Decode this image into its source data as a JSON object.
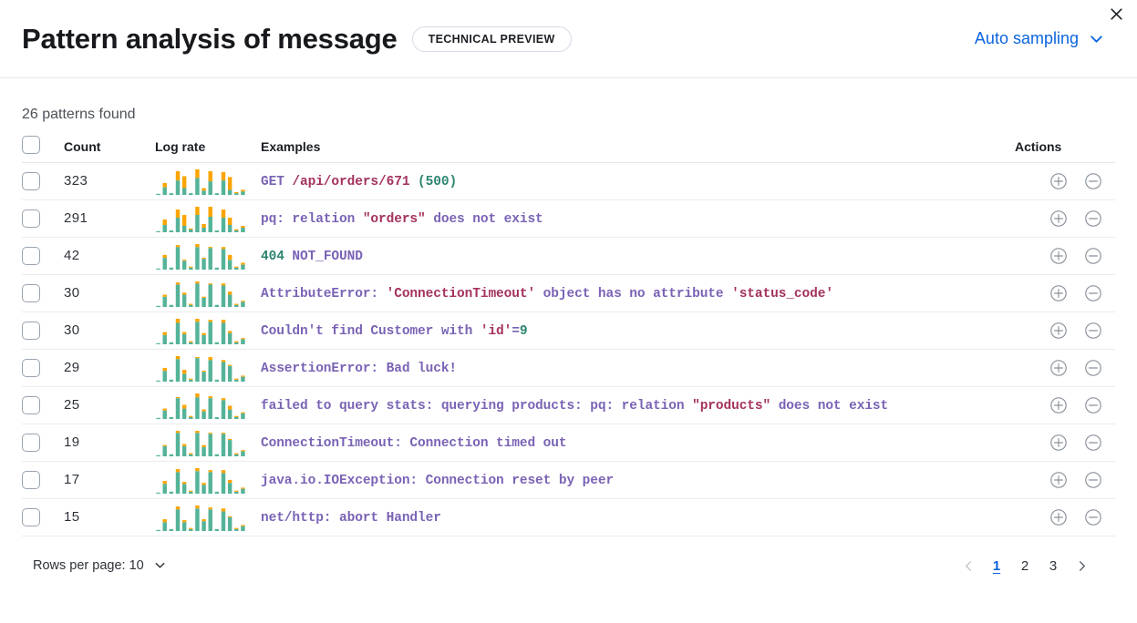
{
  "header": {
    "title": "Pattern analysis of message",
    "badge": "TECHNICAL PREVIEW",
    "sampling_label": "Auto sampling",
    "close_icon": "close-icon",
    "chevron_icon": "chevron-down-icon"
  },
  "summary": {
    "patterns_found": "26 patterns found"
  },
  "table": {
    "columns": {
      "select": "",
      "count": "Count",
      "log_rate": "Log rate",
      "examples": "Examples",
      "actions": "Actions"
    },
    "rows": [
      {
        "count": "323",
        "example_tokens": [
          {
            "t": "GET ",
            "c": "plain"
          },
          {
            "t": "/api/orders/671",
            "c": "str"
          },
          {
            "t": " ",
            "c": "plain"
          },
          {
            "t": "(500)",
            "c": "num"
          }
        ],
        "spark": [
          {
            "g": 1,
            "o": 0
          },
          {
            "g": 9,
            "o": 5
          },
          {
            "g": 2,
            "o": 0
          },
          {
            "g": 17,
            "o": 11
          },
          {
            "g": 8,
            "o": 14
          },
          {
            "g": 2,
            "o": 0
          },
          {
            "g": 20,
            "o": 10
          },
          {
            "g": 5,
            "o": 3
          },
          {
            "g": 16,
            "o": 12
          },
          {
            "g": 2,
            "o": 0
          },
          {
            "g": 17,
            "o": 10
          },
          {
            "g": 6,
            "o": 15
          },
          {
            "g": 2,
            "o": 1
          },
          {
            "g": 4,
            "o": 2
          }
        ]
      },
      {
        "count": "291",
        "example_tokens": [
          {
            "t": "pq: relation ",
            "c": "plain"
          },
          {
            "t": "\"orders\"",
            "c": "str"
          },
          {
            "t": " does not exist",
            "c": "plain"
          }
        ],
        "spark": [
          {
            "g": 1,
            "o": 0
          },
          {
            "g": 8,
            "o": 6
          },
          {
            "g": 2,
            "o": 0
          },
          {
            "g": 16,
            "o": 9
          },
          {
            "g": 7,
            "o": 12
          },
          {
            "g": 3,
            "o": 1
          },
          {
            "g": 19,
            "o": 9
          },
          {
            "g": 5,
            "o": 4
          },
          {
            "g": 17,
            "o": 11
          },
          {
            "g": 2,
            "o": 0
          },
          {
            "g": 16,
            "o": 9
          },
          {
            "g": 8,
            "o": 8
          },
          {
            "g": 2,
            "o": 1
          },
          {
            "g": 5,
            "o": 2
          }
        ]
      },
      {
        "count": "42",
        "example_tokens": [
          {
            "t": "404",
            "c": "num"
          },
          {
            "t": " NOT_FOUND",
            "c": "plain"
          }
        ],
        "spark": [
          {
            "g": 1,
            "o": 0
          },
          {
            "g": 12,
            "o": 3
          },
          {
            "g": 2,
            "o": 0
          },
          {
            "g": 23,
            "o": 2
          },
          {
            "g": 9,
            "o": 1
          },
          {
            "g": 2,
            "o": 1
          },
          {
            "g": 23,
            "o": 3
          },
          {
            "g": 11,
            "o": 1
          },
          {
            "g": 22,
            "o": 1
          },
          {
            "g": 2,
            "o": 0
          },
          {
            "g": 21,
            "o": 2
          },
          {
            "g": 10,
            "o": 5
          },
          {
            "g": 2,
            "o": 1
          },
          {
            "g": 5,
            "o": 2
          }
        ]
      },
      {
        "count": "30",
        "example_tokens": [
          {
            "t": "AttributeError: ",
            "c": "plain"
          },
          {
            "t": "'ConnectionTimeout'",
            "c": "str"
          },
          {
            "t": " object has no attribute ",
            "c": "plain"
          },
          {
            "t": "'status_code'",
            "c": "str"
          }
        ],
        "spark": [
          {
            "g": 1,
            "o": 0
          },
          {
            "g": 10,
            "o": 2
          },
          {
            "g": 2,
            "o": 0
          },
          {
            "g": 22,
            "o": 2
          },
          {
            "g": 12,
            "o": 2
          },
          {
            "g": 2,
            "o": 1
          },
          {
            "g": 23,
            "o": 2
          },
          {
            "g": 9,
            "o": 1
          },
          {
            "g": 22,
            "o": 1
          },
          {
            "g": 2,
            "o": 0
          },
          {
            "g": 21,
            "o": 2
          },
          {
            "g": 12,
            "o": 3
          },
          {
            "g": 2,
            "o": 1
          },
          {
            "g": 5,
            "o": 1
          }
        ]
      },
      {
        "count": "30",
        "example_tokens": [
          {
            "t": "Couldn't find Customer with ",
            "c": "plain"
          },
          {
            "t": "'id'",
            "c": "str"
          },
          {
            "t": "=",
            "c": "plain"
          },
          {
            "t": "9",
            "c": "num"
          }
        ],
        "spark": [
          {
            "g": 1,
            "o": 0
          },
          {
            "g": 9,
            "o": 3
          },
          {
            "g": 2,
            "o": 0
          },
          {
            "g": 21,
            "o": 4
          },
          {
            "g": 10,
            "o": 2
          },
          {
            "g": 2,
            "o": 1
          },
          {
            "g": 22,
            "o": 3
          },
          {
            "g": 9,
            "o": 2
          },
          {
            "g": 22,
            "o": 2
          },
          {
            "g": 2,
            "o": 0
          },
          {
            "g": 21,
            "o": 3
          },
          {
            "g": 11,
            "o": 2
          },
          {
            "g": 2,
            "o": 1
          },
          {
            "g": 5,
            "o": 1
          }
        ]
      },
      {
        "count": "29",
        "example_tokens": [
          {
            "t": "AssertionError: Bad luck!",
            "c": "plain"
          }
        ],
        "spark": [
          {
            "g": 1,
            "o": 0
          },
          {
            "g": 11,
            "o": 3
          },
          {
            "g": 2,
            "o": 0
          },
          {
            "g": 23,
            "o": 3
          },
          {
            "g": 8,
            "o": 4
          },
          {
            "g": 2,
            "o": 1
          },
          {
            "g": 24,
            "o": 1
          },
          {
            "g": 10,
            "o": 1
          },
          {
            "g": 22,
            "o": 3
          },
          {
            "g": 2,
            "o": 0
          },
          {
            "g": 20,
            "o": 2
          },
          {
            "g": 16,
            "o": 1
          },
          {
            "g": 2,
            "o": 1
          },
          {
            "g": 5,
            "o": 1
          }
        ]
      },
      {
        "count": "25",
        "example_tokens": [
          {
            "t": "failed to query stats: querying products: pq: relation ",
            "c": "plain"
          },
          {
            "t": "\"products\"",
            "c": "str"
          },
          {
            "t": " does not exist",
            "c": "plain"
          }
        ],
        "spark": [
          {
            "g": 1,
            "o": 0
          },
          {
            "g": 9,
            "o": 2
          },
          {
            "g": 2,
            "o": 0
          },
          {
            "g": 22,
            "o": 1
          },
          {
            "g": 11,
            "o": 4
          },
          {
            "g": 2,
            "o": 1
          },
          {
            "g": 23,
            "o": 4
          },
          {
            "g": 8,
            "o": 2
          },
          {
            "g": 22,
            "o": 2
          },
          {
            "g": 2,
            "o": 0
          },
          {
            "g": 20,
            "o": 2
          },
          {
            "g": 10,
            "o": 4
          },
          {
            "g": 2,
            "o": 1
          },
          {
            "g": 6,
            "o": 1
          }
        ]
      },
      {
        "count": "19",
        "example_tokens": [
          {
            "t": "ConnectionTimeout: Connection timed out",
            "c": "plain"
          }
        ],
        "spark": [
          {
            "g": 1,
            "o": 0
          },
          {
            "g": 10,
            "o": 1
          },
          {
            "g": 2,
            "o": 0
          },
          {
            "g": 23,
            "o": 2
          },
          {
            "g": 10,
            "o": 2
          },
          {
            "g": 2,
            "o": 1
          },
          {
            "g": 23,
            "o": 2
          },
          {
            "g": 9,
            "o": 2
          },
          {
            "g": 22,
            "o": 1
          },
          {
            "g": 2,
            "o": 0
          },
          {
            "g": 22,
            "o": 1
          },
          {
            "g": 16,
            "o": 1
          },
          {
            "g": 2,
            "o": 1
          },
          {
            "g": 5,
            "o": 1
          }
        ]
      },
      {
        "count": "17",
        "example_tokens": [
          {
            "t": "java.io.IOException: Connection reset by peer",
            "c": "plain"
          }
        ],
        "spark": [
          {
            "g": 1,
            "o": 0
          },
          {
            "g": 10,
            "o": 3
          },
          {
            "g": 2,
            "o": 0
          },
          {
            "g": 22,
            "o": 3
          },
          {
            "g": 10,
            "o": 2
          },
          {
            "g": 2,
            "o": 1
          },
          {
            "g": 23,
            "o": 3
          },
          {
            "g": 9,
            "o": 2
          },
          {
            "g": 22,
            "o": 2
          },
          {
            "g": 2,
            "o": 0
          },
          {
            "g": 21,
            "o": 3
          },
          {
            "g": 11,
            "o": 3
          },
          {
            "g": 2,
            "o": 1
          },
          {
            "g": 5,
            "o": 1
          }
        ]
      },
      {
        "count": "15",
        "example_tokens": [
          {
            "t": "net/http: abort Handler",
            "c": "plain"
          }
        ],
        "spark": [
          {
            "g": 1,
            "o": 0
          },
          {
            "g": 9,
            "o": 3
          },
          {
            "g": 2,
            "o": 0
          },
          {
            "g": 22,
            "o": 3
          },
          {
            "g": 9,
            "o": 2
          },
          {
            "g": 2,
            "o": 1
          },
          {
            "g": 23,
            "o": 3
          },
          {
            "g": 10,
            "o": 2
          },
          {
            "g": 22,
            "o": 2
          },
          {
            "g": 2,
            "o": 0
          },
          {
            "g": 20,
            "o": 3
          },
          {
            "g": 14,
            "o": 1
          },
          {
            "g": 2,
            "o": 1
          },
          {
            "g": 5,
            "o": 1
          }
        ]
      }
    ],
    "row_action_icons": {
      "add": "plus-circle-icon",
      "remove": "minus-circle-icon"
    }
  },
  "footer": {
    "rows_per_page_label": "Rows per page: 10",
    "pages": [
      "1",
      "2",
      "3"
    ],
    "active_page": "1",
    "prev_icon": "chevron-left-icon",
    "next_icon": "chevron-right-icon"
  },
  "colors": {
    "accent_blue": "#0b64dd",
    "spark_green": "#54b399",
    "spark_orange": "#fca400",
    "token_plain": "#7a63b5",
    "token_string": "#a4325f",
    "token_number": "#2e8570"
  }
}
